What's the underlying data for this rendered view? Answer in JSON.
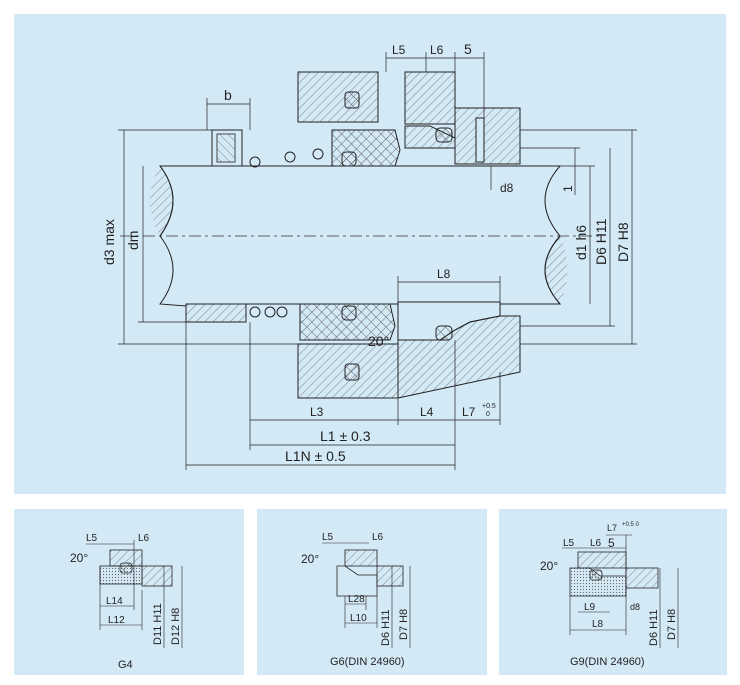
{
  "main": {
    "labels": {
      "b": "b",
      "l5": "L5",
      "l6": "L6",
      "five": "5",
      "d3max": "d3 max",
      "dm": "dm",
      "d8": "d8",
      "one": "1",
      "d1h6": "d1 h6",
      "d6h11": "D6 H11",
      "d7h8": "D7 H8",
      "l8": "L8",
      "angle": "20°",
      "l3": "L3",
      "l4": "L4",
      "l7": "L7",
      "l7_tol_upper": "+0.5",
      "l7_tol_lower": "0",
      "l1": "L1 ± 0.3",
      "l1n": "L1N ± 0.5"
    }
  },
  "g4": {
    "caption": "G4",
    "labels": {
      "l5": "L5",
      "l6": "L6",
      "angle": "20°",
      "l14": "L14",
      "l12": "L12",
      "d11": "D11 H11",
      "d12": "D12 H8"
    }
  },
  "g6": {
    "caption": "G6(DIN 24960)",
    "labels": {
      "l5": "L5",
      "l6": "L6",
      "angle": "20°",
      "l28": "L28",
      "l10": "L10",
      "d6": "D6 H11",
      "d7": "D7 H8"
    }
  },
  "g9": {
    "caption": "G9(DIN 24960)",
    "labels": {
      "l7": "L7",
      "l7_tol": "+0.5 0",
      "l5": "L5",
      "l6": "L6",
      "five": "5",
      "angle": "20°",
      "l9": "L9",
      "d8": "d8",
      "l8": "L8",
      "d6": "D6 H11",
      "d7": "D7 H8"
    }
  }
}
